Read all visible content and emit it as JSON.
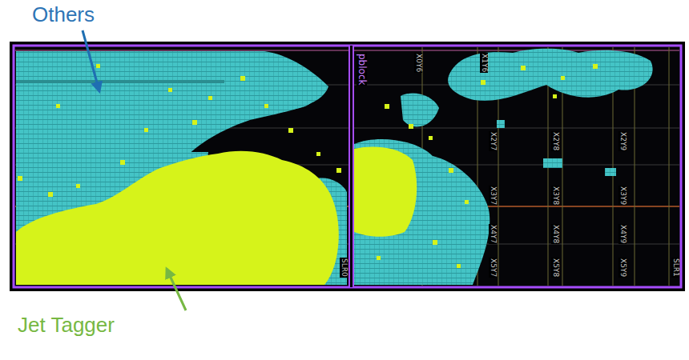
{
  "diagram": {
    "labels": [
      "Others",
      "Jet Tagger",
      "pblock",
      "X0Y6",
      "X1Y6",
      "X2Y7",
      "X3Y7",
      "X4Y7",
      "X5Y7",
      "X2Y8",
      "X3Y8",
      "X4Y8",
      "X5Y8",
      "X2Y9",
      "X3Y9",
      "X4Y9",
      "X5Y9",
      "SLR0",
      "SLR1"
    ]
  }
}
